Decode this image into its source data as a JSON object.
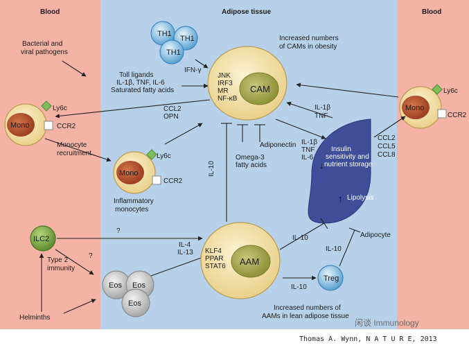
{
  "regions": {
    "blood_left": "Blood",
    "adipose": "Adipose tissue",
    "blood_right": "Blood"
  },
  "cells": {
    "th1": "TH1",
    "cam": "CAM",
    "aam": "AAM",
    "mono_left": "Mono",
    "mono_inflam": "Mono",
    "mono_right": "Mono",
    "ilc2": "ILC2",
    "eos": "Eos",
    "treg": "Treg"
  },
  "markers": {
    "ly6c": "Ly6c",
    "ccr2": "CCR2"
  },
  "labels": {
    "bacterial": [
      "Bacterial and",
      "viral pathogens"
    ],
    "ifn": "IFN-γ",
    "increased_cams": [
      "Increased numbers",
      "of CAMs in obesity"
    ],
    "toll": [
      "Toll ligands",
      "IL-1β, TNF, IL-6",
      "Saturated fatty acids"
    ],
    "cam_factors": [
      "JNK",
      "IRF3",
      "MR",
      "NF-κB"
    ],
    "ccl2_opn": [
      "CCL2",
      "OPN"
    ],
    "mono_recruit": [
      "Monocyte",
      "recruitment"
    ],
    "inflam_mono": [
      "Inflammatory",
      "monocytes"
    ],
    "il10": "IL-10",
    "adiponectin": "Adiponectin",
    "omega3": [
      "Omega-3",
      "fatty acids"
    ],
    "il1b_tnf_top": [
      "IL-1β",
      "TNF"
    ],
    "il1b_tnf_il6": [
      "IL-1β",
      "TNF",
      "IL-6"
    ],
    "ccls": [
      "CCL2",
      "CCL5",
      "CCL8"
    ],
    "insulin": [
      "Insulin",
      "sensitivity and",
      "nutrient storage"
    ],
    "lipolysis": "Lipolysis",
    "adipocyte": "Adipocyte",
    "question": "?",
    "type2": [
      "Type 2",
      "immunity"
    ],
    "il4_il13": [
      "IL-4",
      "IL-13"
    ],
    "aam_factors": [
      "KLF4",
      "PPAR",
      "STAT6"
    ],
    "helminths": "Helminths",
    "increased_aams": [
      "Increased numbers of",
      "AAMs in lean adipose tissue"
    ]
  },
  "watermark": "闲谈 Immunology",
  "credit": "Thomas A. Wynn, N A T U R E, 2013",
  "colors": {
    "blood": "#f4b3a4",
    "adipose": "#b7d1ea",
    "adipocyte": "#4a5fa0",
    "cell_outer": "#f3e0a3",
    "cell_nucleus": "#a9ad52",
    "mono_nucleus": "#b8552f",
    "ilc2": "#7fa944",
    "treg": "#5ea7d8"
  }
}
